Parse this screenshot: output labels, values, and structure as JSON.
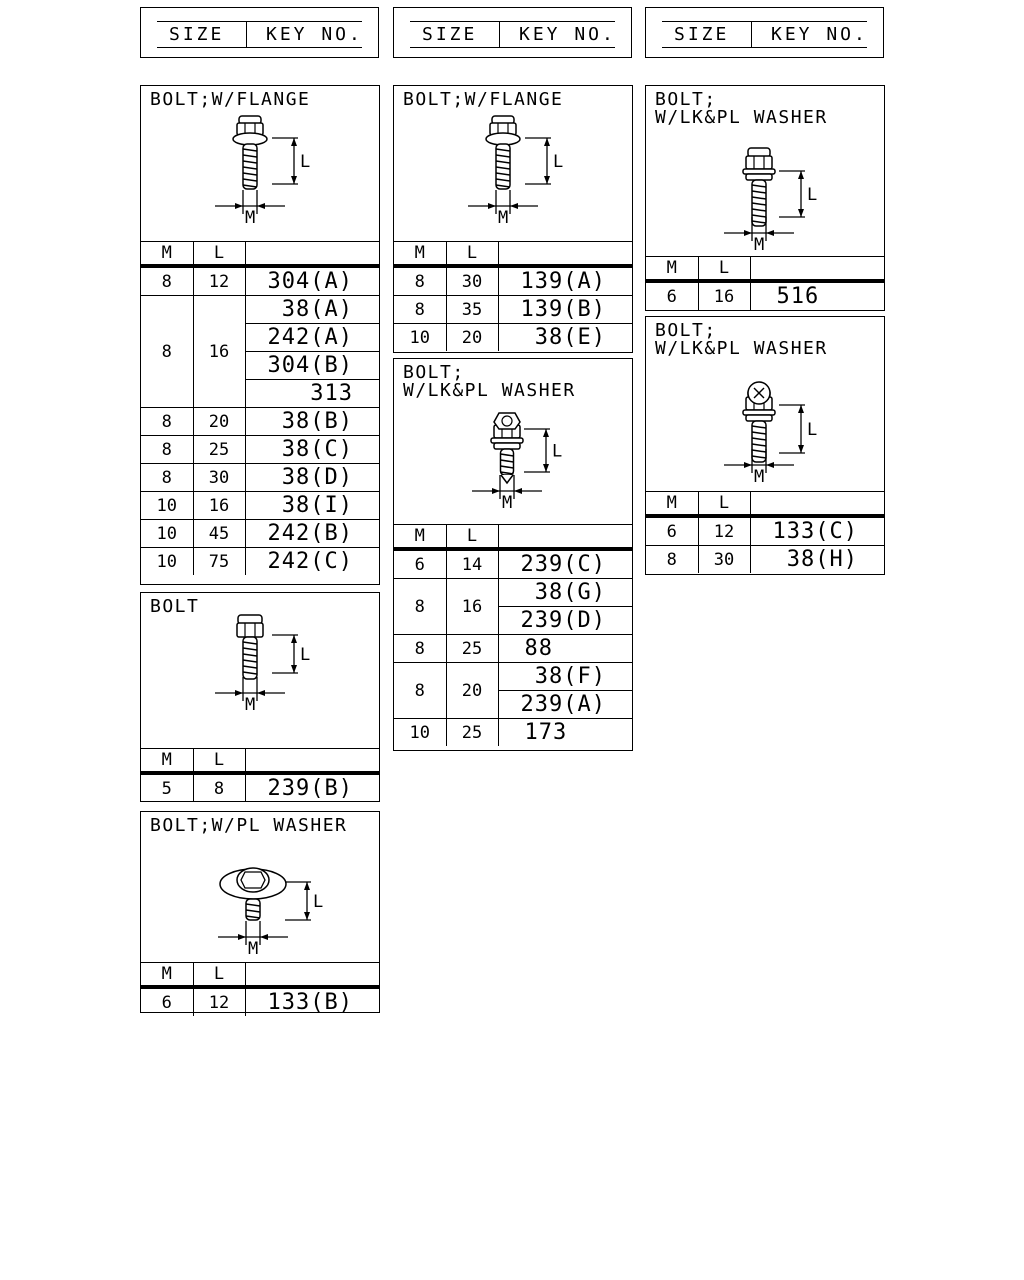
{
  "header": {
    "size_label": "SIZE",
    "key_label": "KEY NO."
  },
  "columns": {
    "m": "M",
    "l": "L"
  },
  "dims": {
    "m": "M",
    "l": "L"
  },
  "boxes": {
    "flange1": {
      "title": "BOLT;W/FLANGE",
      "rows": [
        {
          "m": "8",
          "l": "12",
          "keys": [
            "304(A)"
          ]
        },
        {
          "m": "8",
          "l": "16",
          "keys": [
            "38(A)",
            "242(A)",
            "304(B)",
            "313"
          ]
        },
        {
          "m": "8",
          "l": "20",
          "keys": [
            "38(B)"
          ]
        },
        {
          "m": "8",
          "l": "25",
          "keys": [
            "38(C)"
          ]
        },
        {
          "m": "8",
          "l": "30",
          "keys": [
            "38(D)"
          ]
        },
        {
          "m": "10",
          "l": "16",
          "keys": [
            "38(I)"
          ]
        },
        {
          "m": "10",
          "l": "45",
          "keys": [
            "242(B)"
          ]
        },
        {
          "m": "10",
          "l": "75",
          "keys": [
            "242(C)"
          ]
        }
      ]
    },
    "bolt": {
      "title": "BOLT",
      "rows": [
        {
          "m": "5",
          "l": "8",
          "keys": [
            "239(B)"
          ]
        }
      ]
    },
    "plwasher": {
      "title": "BOLT;W/PL WASHER",
      "rows": [
        {
          "m": "6",
          "l": "12",
          "keys": [
            "133(B)"
          ]
        }
      ]
    },
    "flange2": {
      "title": "BOLT;W/FLANGE",
      "rows": [
        {
          "m": "8",
          "l": "30",
          "keys": [
            "139(A)"
          ]
        },
        {
          "m": "8",
          "l": "35",
          "keys": [
            "139(B)"
          ]
        },
        {
          "m": "10",
          "l": "20",
          "keys": [
            "38(E)"
          ]
        }
      ]
    },
    "lkpl1": {
      "title_line1": "BOLT;",
      "title_line2": "W/LK&PL WASHER",
      "rows": [
        {
          "m": "6",
          "l": "14",
          "keys": [
            "239(C)"
          ]
        },
        {
          "m": "8",
          "l": "16",
          "keys": [
            "38(G)",
            "239(D)"
          ]
        },
        {
          "m": "8",
          "l": "25",
          "keys": [
            "88"
          ]
        },
        {
          "m": "8",
          "l": "20",
          "keys": [
            "38(F)",
            "239(A)"
          ]
        },
        {
          "m": "10",
          "l": "25",
          "keys": [
            "173"
          ]
        }
      ]
    },
    "lkpl2": {
      "title_line1": "BOLT;",
      "title_line2": "W/LK&PL WASHER",
      "rows": [
        {
          "m": "6",
          "l": "16",
          "keys": [
            "516"
          ]
        }
      ]
    },
    "lkpl3": {
      "title_line1": "BOLT;",
      "title_line2": "W/LK&PL WASHER",
      "rows": [
        {
          "m": "6",
          "l": "12",
          "keys": [
            "133(C)"
          ]
        },
        {
          "m": "8",
          "l": "30",
          "keys": [
            "38(H)"
          ]
        }
      ]
    }
  }
}
